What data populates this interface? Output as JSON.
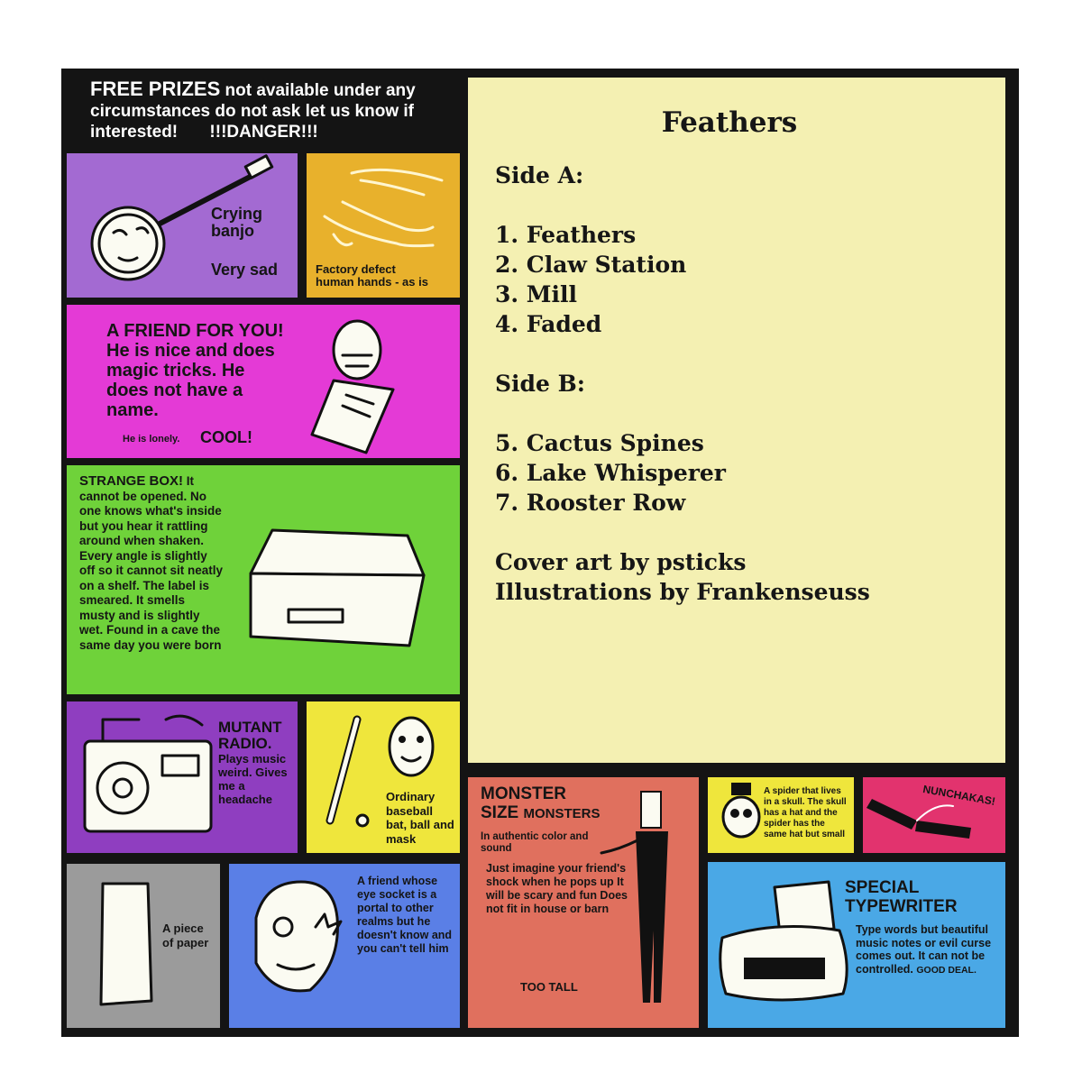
{
  "header": {
    "free_prizes": "FREE PRIZES",
    "disclaimer": "not available under any circumstances do not ask let us know if interested!",
    "danger": "!!!DANGER!!!"
  },
  "tracklist": {
    "title": "Feathers",
    "side_a_label": "Side A:",
    "side_a": [
      "1. Feathers",
      "2. Claw Station",
      "3. Mill",
      "4. Faded"
    ],
    "side_b_label": "Side B:",
    "side_b": [
      "5. Cactus Spines",
      "6. Lake Whisperer",
      "7. Rooster Row"
    ],
    "credits": [
      "Cover art by psticks",
      "Illustrations by Frankenseuss"
    ]
  },
  "prizes": {
    "banjo": {
      "line1": "Crying",
      "line2": "banjo",
      "line3": "Very sad"
    },
    "hands": {
      "line1": "Factory defect",
      "line2": "human hands - as is"
    },
    "friend": {
      "text": "A FRIEND FOR YOU! He is nice and does magic tricks. He does not have a name.",
      "small": "He is lonely.",
      "cool": "COOL!"
    },
    "box": {
      "title": "STRANGE BOX!",
      "text": "It cannot be opened. No one knows what's inside but you hear it rattling around when shaken. Every angle is slightly off so it cannot sit neatly on a shelf. The label is smeared. It smells musty and is slightly wet. Found in a cave the same day you were born"
    },
    "radio": {
      "title1": "MUTANT",
      "title2": "RADIO.",
      "text": "Plays music weird. Gives me a headache"
    },
    "bat": {
      "text": "Ordinary baseball bat, ball and mask"
    },
    "paper": {
      "text": "A piece of paper"
    },
    "eye": {
      "text": "A friend whose eye socket is a portal to other realms but he doesn't know and you can't tell him"
    },
    "monster": {
      "title1": "MONSTER",
      "title2a": "SIZE",
      "title2b": "MONSTERS",
      "sub": "In authentic color and sound",
      "text": "Just imagine your friend's shock when he pops up It will be scary and fun Does not fit in house or barn",
      "tall": "TOO TALL"
    },
    "spider": {
      "text": "A spider that lives in a skull. The skull has a hat and the spider has the same hat but small"
    },
    "nunchakas": {
      "text": "NUNCHAKAS!"
    },
    "typewriter": {
      "title1": "SPECIAL",
      "title2": "TYPEWRITER",
      "text": "Type words but beautiful music notes or evil curse comes out. It can not be controlled.",
      "deal": "GOOD DEAL."
    }
  },
  "colors": {
    "ink": "#141414",
    "cream": "#f4f0b2",
    "purple": "#a36ad2",
    "mustard": "#e8b12c",
    "magenta": "#e43ad6",
    "green": "#6fd23a",
    "radio_purple": "#8f3ec0",
    "yellow": "#efe63c",
    "gray": "#9b9b9b",
    "blue": "#5a7fe6",
    "salmon": "#e0705e",
    "pink": "#e2336e",
    "sky": "#4aa8e6"
  }
}
